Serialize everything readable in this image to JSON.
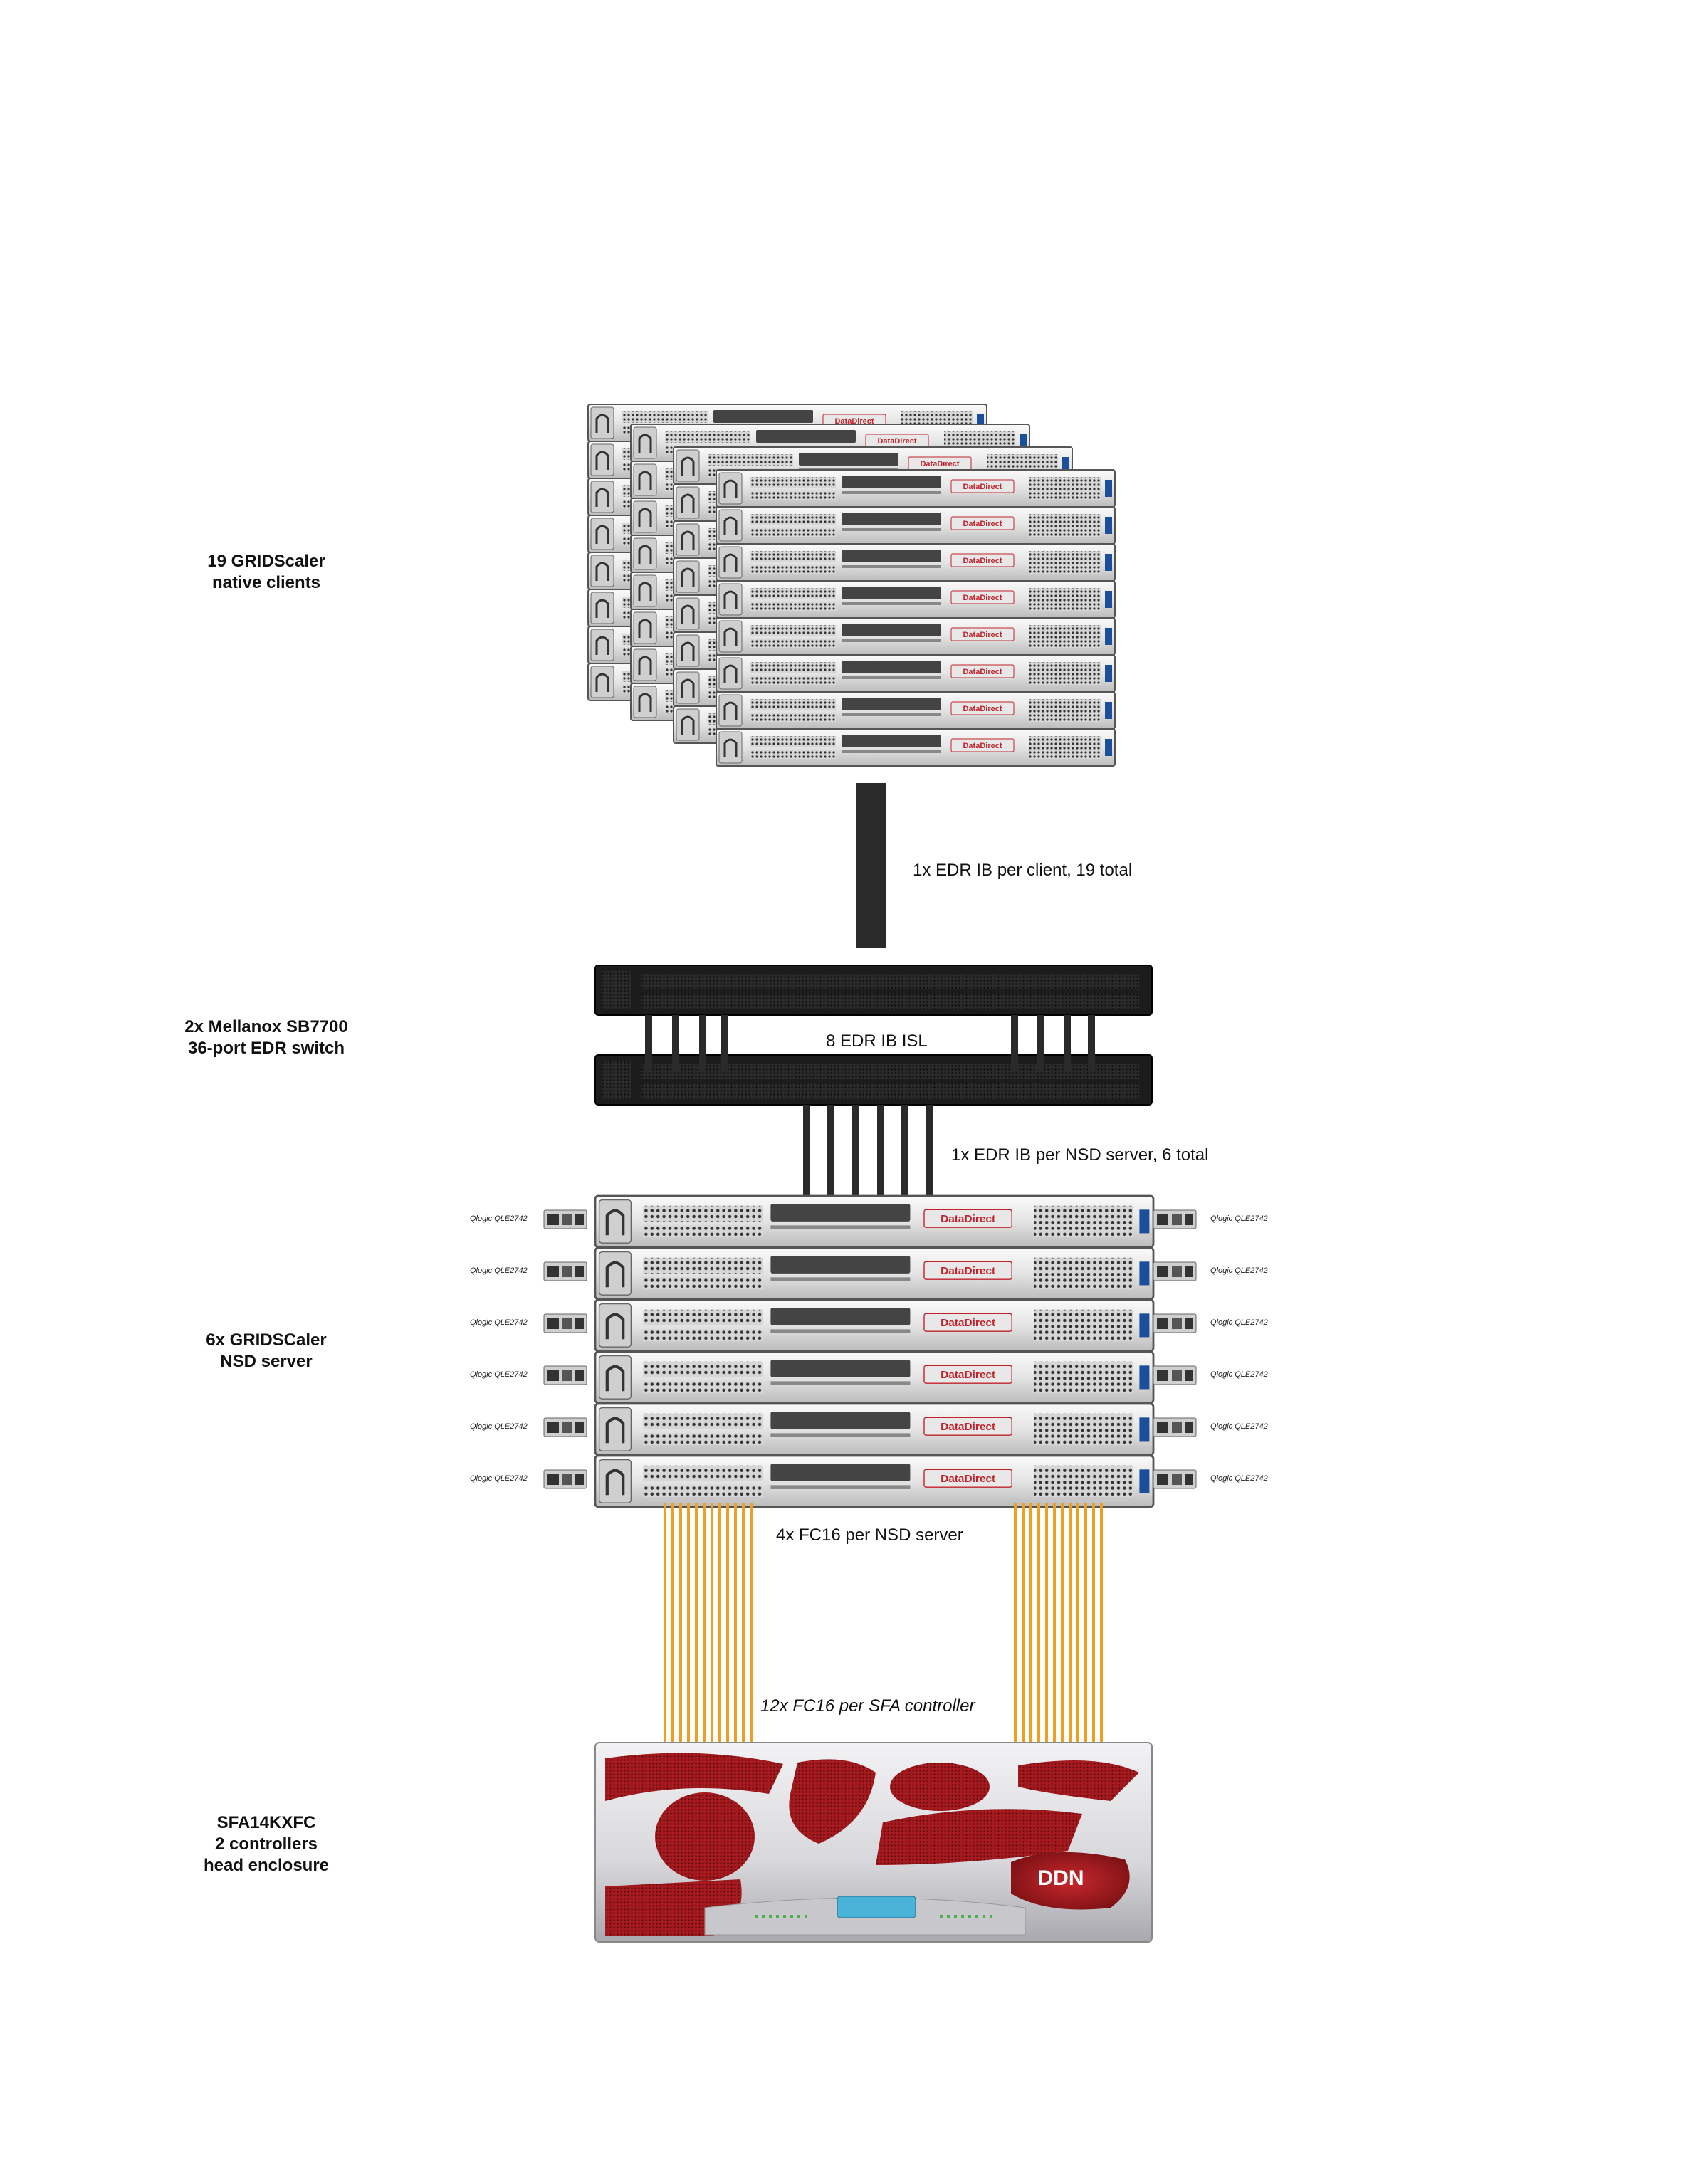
{
  "tiers": {
    "clients": {
      "line1": "19 GRIDScaler",
      "line2": "native clients"
    },
    "switch": {
      "line1": "2x Mellanox SB7700",
      "line2": "36-port EDR switch"
    },
    "nsd": {
      "line1": "6x GRIDSCaler",
      "line2": "NSD server"
    },
    "sfa": {
      "line1": "SFA14KXFC",
      "line2": "2 controllers",
      "line3": "head enclosure"
    }
  },
  "connections": {
    "client_link": "1x EDR IB per client, 19 total",
    "isl": "8 EDR IB ISL",
    "nsd_link": "1x EDR IB per NSD server, 6 total",
    "fc_per_nsd": "4x FC16 per NSD server",
    "fc_per_controller": "12x FC16 per SFA controller"
  },
  "hba_model": "Qlogic QLE2742",
  "server_brand": "DataDirect",
  "storage_brand": "DDN",
  "colors": {
    "fc_cable": "#f0a020",
    "ib_cable": "#2a2a2a",
    "brand_red": "#c0232c",
    "switch_body": "#1c1c1c"
  }
}
